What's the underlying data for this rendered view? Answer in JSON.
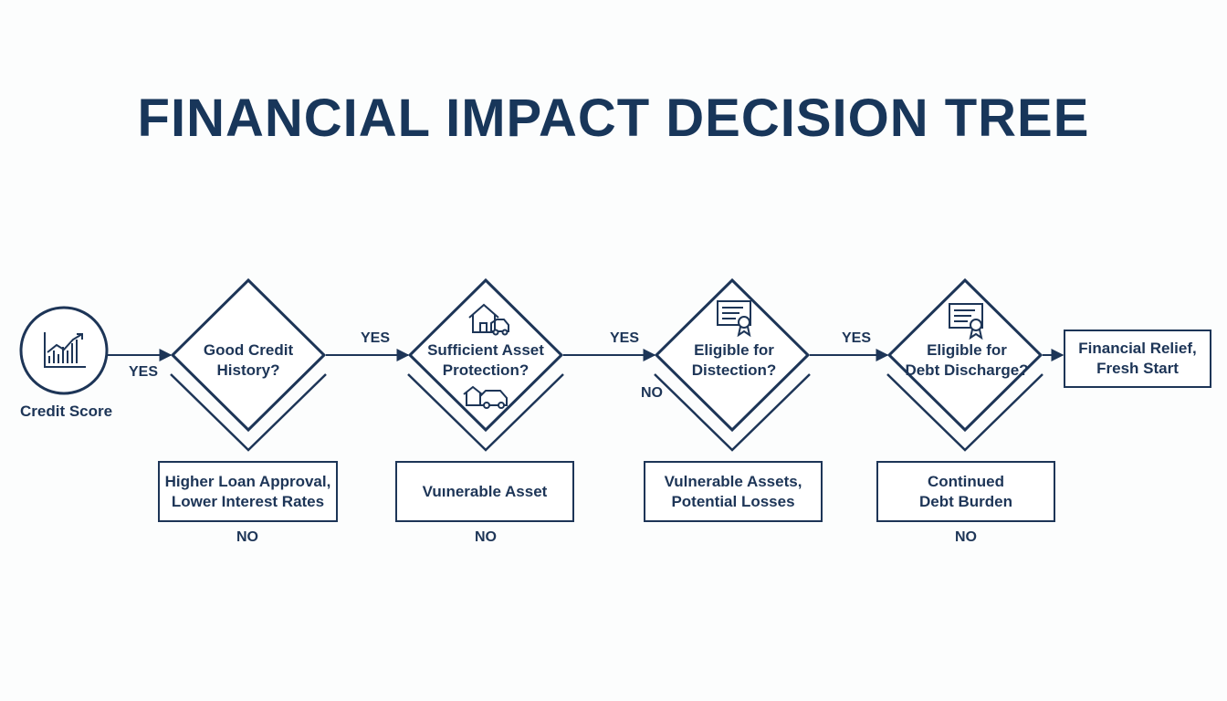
{
  "title": "FINANCIAL IMPACT DECISION TREE",
  "start": {
    "label": "Credit Score",
    "icon": "chart-icon"
  },
  "decisions": [
    {
      "text": "Good Credit\nHistory?",
      "icon": ""
    },
    {
      "text": "Sufficient Asset\nProtection?",
      "icon": "house-car-icon"
    },
    {
      "text": "Eligible for\nDistection?",
      "icon": "certificate-icon"
    },
    {
      "text": "Eligible for\nDebt Discharge?",
      "icon": "certificate-icon"
    }
  ],
  "outcomes": [
    {
      "text": "Higher Loan Approval,\nLower Interest Rates"
    },
    {
      "text": "Vuınerable Asset"
    },
    {
      "text": "Vulnerable Assets,\nPotential Losses"
    },
    {
      "text": "Continued\nDebt Burden"
    }
  ],
  "final": {
    "text": "Financial Relief,\nFresh Start"
  },
  "branch_labels": {
    "yes1": "YES",
    "yes2": "YES",
    "yes3": "YES",
    "yes4": "YES",
    "no1": "NO",
    "no2": "NO",
    "no3": "NO",
    "no4": "NO"
  },
  "colors": {
    "primary": "#1d3557",
    "title": "#18365a",
    "background": "#fcfdfd"
  }
}
